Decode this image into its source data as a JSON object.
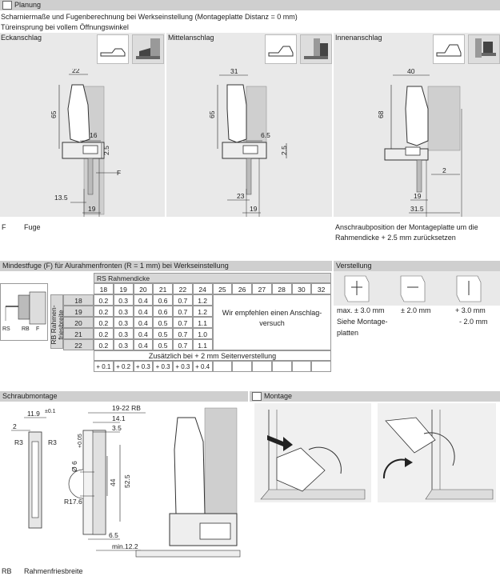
{
  "planung": {
    "header": "Planung",
    "line1": "Scharniermaße und Fugenberechnung bei Werkseinstellung (Montageplatte Distanz = 0 mm)",
    "line2": "Türeinsprung bei vollem Öffnungswinkel",
    "columns": [
      {
        "title": "Eckanschlag",
        "dims": [
          "22",
          "65",
          "16",
          "2.5",
          "F",
          "13.5",
          "19"
        ]
      },
      {
        "title": "Mittelanschlag",
        "dims": [
          "31",
          "65",
          "6.5",
          "2.5",
          "23",
          "19"
        ]
      },
      {
        "title": "Innenanschlag",
        "dims": [
          "40",
          "68",
          "2",
          "19",
          "31.5"
        ]
      }
    ],
    "legend_key": "F",
    "legend_val": "Fuge",
    "note": [
      "Anschraubposition der Montageplatte um die",
      "Rahmendicke + 2.5 mm zurücksetzen"
    ]
  },
  "fuge": {
    "header": "Mindestfuge (F) für Alurahmenfronten (R = 1 mm) bei Werkseinstellung",
    "rs_label": "RS Rahmendicke",
    "rb_label": "RB Rahmen-friesbreite",
    "diag_labels": [
      "RS",
      "RB",
      "F"
    ],
    "cols": [
      "18",
      "19",
      "20",
      "21",
      "22",
      "24",
      "25",
      "26",
      "27",
      "28",
      "30",
      "32"
    ],
    "rows": [
      {
        "rb": "18",
        "vals": [
          "0.2",
          "0.3",
          "0.4",
          "0.6",
          "0.7",
          "1.2"
        ]
      },
      {
        "rb": "19",
        "vals": [
          "0.2",
          "0.3",
          "0.4",
          "0.6",
          "0.7",
          "1.2"
        ]
      },
      {
        "rb": "20",
        "vals": [
          "0.2",
          "0.3",
          "0.4",
          "0.5",
          "0.7",
          "1.1"
        ]
      },
      {
        "rb": "21",
        "vals": [
          "0.2",
          "0.3",
          "0.4",
          "0.5",
          "0.7",
          "1.0"
        ]
      },
      {
        "rb": "22",
        "vals": [
          "0.2",
          "0.3",
          "0.4",
          "0.5",
          "0.7",
          "1.1"
        ]
      }
    ],
    "recommend": [
      "Wir empfehlen einen Anschlag-",
      "versuch"
    ],
    "extra_label": "Zusätzlich bei + 2 mm Seitenverstellung",
    "extra_vals": [
      "+ 0.1",
      "+ 0.2",
      "+ 0.3",
      "+ 0.3",
      "+ 0.3",
      "+ 0.4"
    ]
  },
  "verstellung": {
    "header": "Verstellung",
    "items": [
      {
        "label": "max. ± 3.0 mm"
      },
      {
        "label": "± 2.0 mm"
      },
      {
        "label": "+ 3.0 mm",
        "label2": "- 2.0 mm"
      }
    ],
    "note": [
      "Siehe Montage-",
      "platten"
    ]
  },
  "schraub": {
    "header": "Schraubmontage",
    "dims": {
      "d119": "11.9",
      "d119sup": "±0.1",
      "d2": "2",
      "r3a": "R3",
      "r3b": "R3",
      "d1922": "19-22 RB",
      "d141": "14.1",
      "d35": "3.5",
      "d6": "Ø 6",
      "d6sup": "+0.05",
      "d44": "44",
      "d525": "52.5",
      "r176": "R17.6",
      "d65": "6.5",
      "dmin": "min.12.2"
    },
    "legend_key": "RB",
    "legend_val": "Rahmenfriesbreite"
  },
  "montage": {
    "header": "Montage"
  },
  "colors": {
    "header_bg": "#cfcfcf",
    "panel_bg": "#e9e9e9",
    "line": "#222222"
  }
}
